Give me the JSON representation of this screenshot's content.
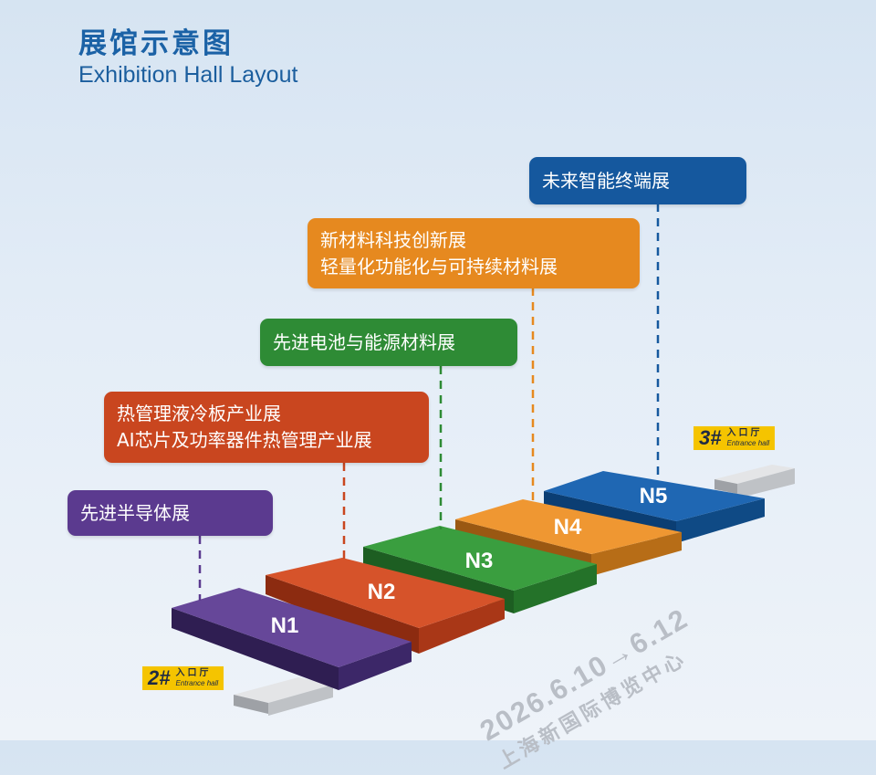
{
  "header": {
    "title_zh": "展馆示意图",
    "title_en": "Exhibition Hall Layout"
  },
  "halls": [
    {
      "id": "N1",
      "color": "#5b3a8f",
      "labels": [
        "先进半导体展"
      ]
    },
    {
      "id": "N2",
      "color": "#c9461f",
      "labels": [
        "热管理液冷板产业展",
        "AI芯片及功率器件热管理产业展"
      ]
    },
    {
      "id": "N3",
      "color": "#2e8b35",
      "labels": [
        "先进电池与能源材料展"
      ]
    },
    {
      "id": "N4",
      "color": "#e6891f",
      "labels": [
        "新材料科技创新展",
        "轻量化功能化与可持续材料展"
      ]
    },
    {
      "id": "N5",
      "color": "#15589e",
      "labels": [
        "未来智能终端展"
      ]
    }
  ],
  "entrances": [
    {
      "number": "2#",
      "label_zh": "入口厅",
      "label_en": "Entrance hall"
    },
    {
      "number": "3#",
      "label_zh": "入口厅",
      "label_en": "Entrance hall"
    }
  ],
  "event": {
    "dates": "2026.6.10→6.12",
    "venue": "上海新国际博览中心"
  }
}
